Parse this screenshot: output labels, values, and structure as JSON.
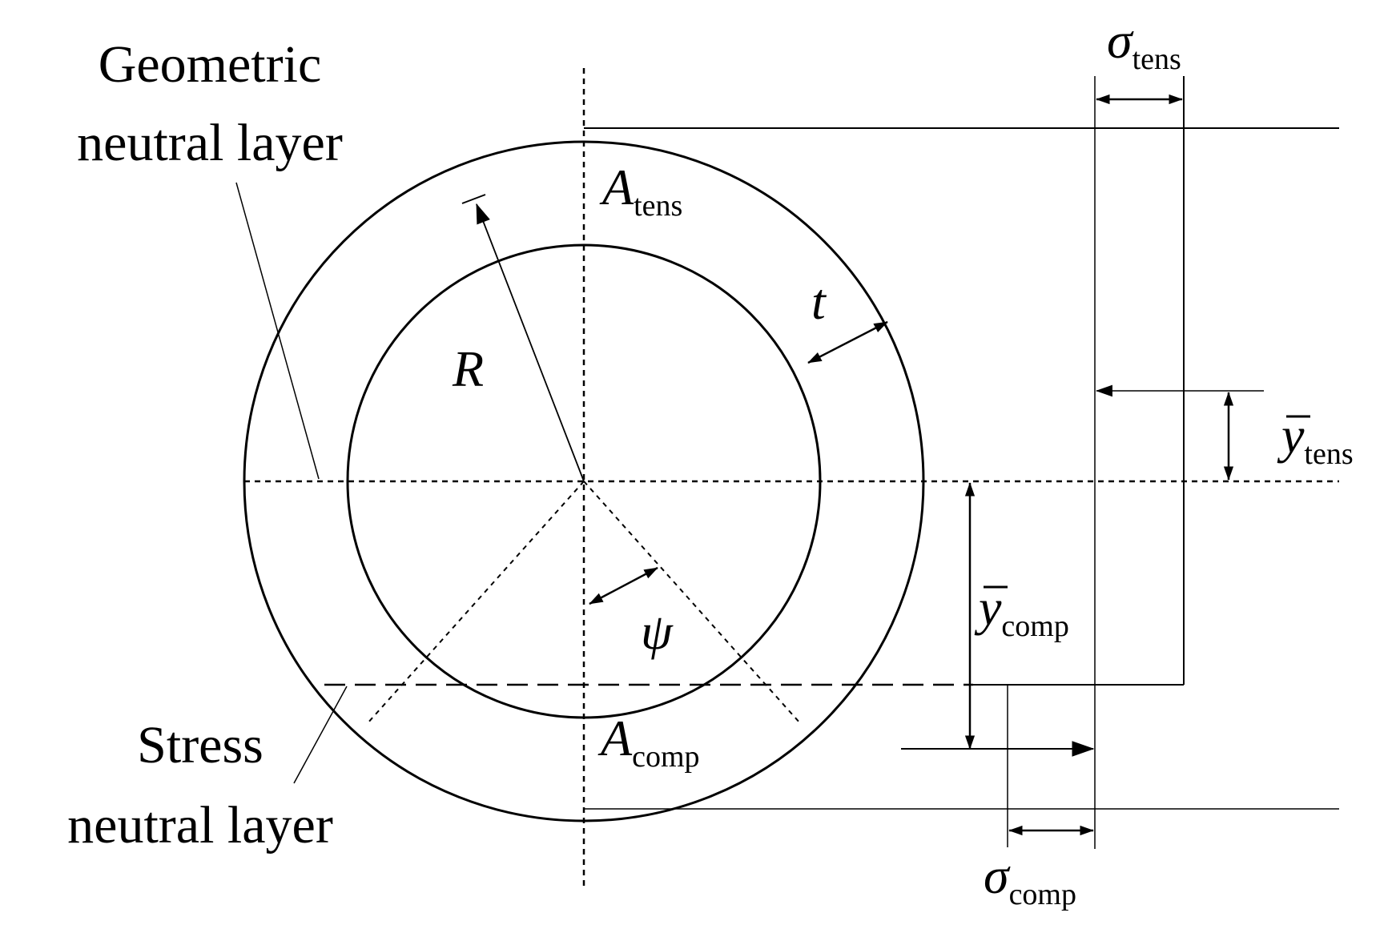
{
  "labels": {
    "geometric_line1": "Geometric",
    "geometric_line2": "neutral layer",
    "stress_line1": "Stress",
    "stress_line2": "neutral layer",
    "R": "R",
    "t": "t",
    "psi": "ψ",
    "A_tens_main": "A",
    "A_tens_sub": "tens",
    "A_comp_main": "A",
    "A_comp_sub": "comp",
    "sigma_tens_main": "σ",
    "sigma_tens_sub": "tens",
    "sigma_comp_main": "σ",
    "sigma_comp_sub": "comp",
    "ybar_tens_main": "y",
    "ybar_tens_sub": "tens",
    "ybar_comp_main": "y",
    "ybar_comp_sub": "comp"
  }
}
